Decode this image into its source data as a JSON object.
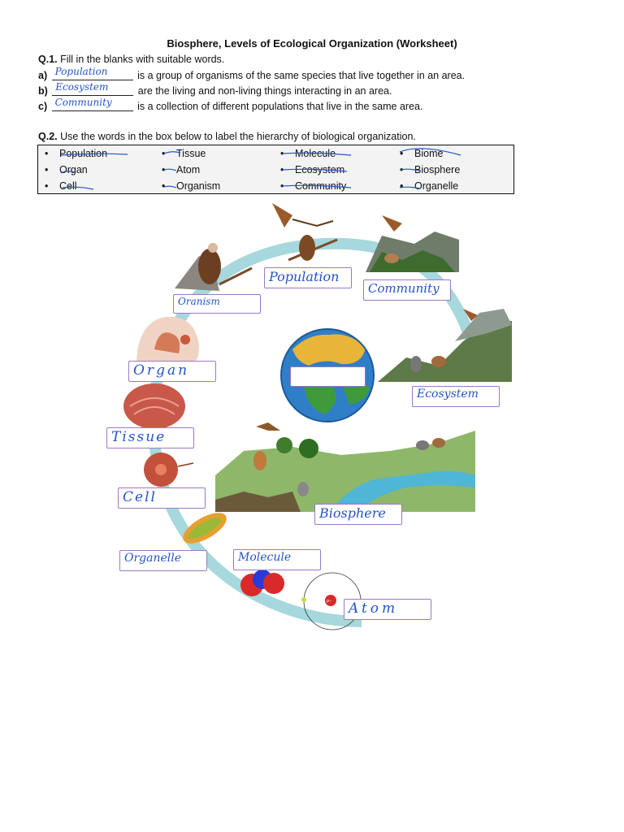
{
  "title": "Biosphere, Levels of Ecological Organization (Worksheet)",
  "q1": {
    "label": "Q.1.",
    "text": "Fill in the blanks with suitable words.",
    "items": [
      {
        "letter": "a)",
        "answer": "Population",
        "text": "is a group of organisms of the same species that live together in an area."
      },
      {
        "letter": "b)",
        "answer": "Ecosystem",
        "text": "are the living and non-living things interacting in an area."
      },
      {
        "letter": "c)",
        "answer": "Community",
        "text": "is a collection of different populations that live in the same area."
      }
    ]
  },
  "q2": {
    "label": "Q.2.",
    "text": "Use the words in the box below to label the hierarchy of biological organization.",
    "words": [
      "Population",
      "Tissue",
      "Molecule",
      "Biome",
      "Organ",
      "Atom",
      "Ecosystem",
      "Biosphere",
      "Cell",
      "Organism",
      "Community",
      "Organelle"
    ],
    "bullet": "•"
  },
  "diagram_labels": {
    "organism": "Oranism",
    "population": "Population",
    "community": "Community",
    "organ": "Organ",
    "tissue": "Tissue",
    "cell": "Cell",
    "organelle": "Organelle",
    "molecule": "Molecule",
    "atom": "Atom",
    "ecosystem": "Ecosystem",
    "biosphere": "Biosphere",
    "globe": ""
  },
  "atom_proton_label": "P⁺",
  "colors": {
    "ring": "#9fd3d9",
    "label_border": "#9a78c8",
    "handwriting": "#2553c8"
  }
}
